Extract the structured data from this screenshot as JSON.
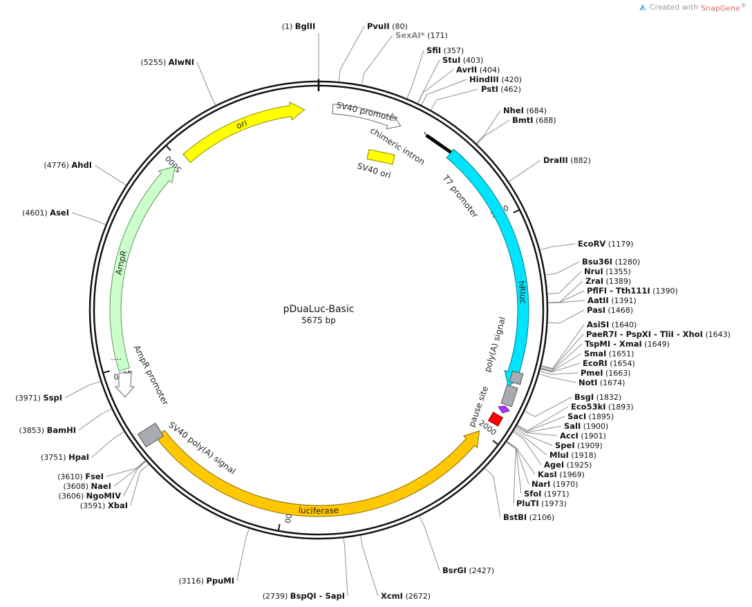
{
  "credit": {
    "prefix": "Created with",
    "brand": "SnapGene",
    "mark": "®"
  },
  "plasmid": {
    "name": "pDuaLuc-Basic",
    "length": 5675,
    "length_label": "5675 bp"
  },
  "ticks": [
    {
      "pos": 1000,
      "label": "1000"
    },
    {
      "pos": 2000,
      "label": "2000"
    },
    {
      "pos": 3000,
      "label": "3000"
    },
    {
      "pos": 4000,
      "label": "4000"
    },
    {
      "pos": 5000,
      "label": "5000"
    }
  ],
  "features": [
    {
      "name": "ori",
      "type": "arrow",
      "color": "#ffff00",
      "stroke": "#888800"
    },
    {
      "name": "SV40 promoter",
      "type": "open-arrow",
      "color": "#ffffff",
      "stroke": "#666666"
    },
    {
      "name": "SV40 ori",
      "type": "box",
      "color": "#ffff00",
      "stroke": "#888800"
    },
    {
      "name": "chimeric intron",
      "type": "intron",
      "color": "#000000",
      "stroke": "#000000"
    },
    {
      "name": "T7 promoter",
      "type": "open-arrow",
      "color": "#ffffff",
      "stroke": "#666666"
    },
    {
      "name": "hRluc",
      "type": "arrow",
      "color": "#00e5ff",
      "stroke": "#007a88"
    },
    {
      "name": "poly(A) signal",
      "type": "box",
      "color": "#a8acb0",
      "stroke": "#555555"
    },
    {
      "name": "pause site",
      "type": "box",
      "color": "#a8acb0",
      "stroke": "#555555"
    },
    {
      "name": "",
      "type": "small-arrow",
      "color": "#aa33ff",
      "stroke": "#6a1a9a"
    },
    {
      "name": "",
      "type": "box",
      "color": "#ff0000",
      "stroke": "#880000"
    },
    {
      "name": "luciferase",
      "type": "arrow",
      "color": "#ffc800",
      "stroke": "#8a6a00"
    },
    {
      "name": "SV40 poly(A) signal",
      "type": "box",
      "color": "#a8acb0",
      "stroke": "#555555"
    },
    {
      "name": "AmpR promoter",
      "type": "open-arrow",
      "color": "#ffffff",
      "stroke": "#666666"
    },
    {
      "name": "AmpR",
      "type": "arrow",
      "color": "#ccffcc",
      "stroke": "#559955"
    }
  ],
  "sites": [
    {
      "name": "BglII",
      "pos": "1",
      "pos_num": 1
    },
    {
      "name": "PvuII",
      "pos": "80",
      "pos_num": 80
    },
    {
      "name": "SexAI*",
      "pos": "171",
      "pos_num": 171,
      "muted": true
    },
    {
      "name": "SfiI",
      "pos": "357",
      "pos_num": 357
    },
    {
      "name": "StuI",
      "pos": "403",
      "pos_num": 403
    },
    {
      "name": "AvrII",
      "pos": "404",
      "pos_num": 404
    },
    {
      "name": "HindIII",
      "pos": "420",
      "pos_num": 420
    },
    {
      "name": "PstI",
      "pos": "462",
      "pos_num": 462
    },
    {
      "name": "NheI",
      "pos": "684",
      "pos_num": 684
    },
    {
      "name": "BmtI",
      "pos": "688",
      "pos_num": 688
    },
    {
      "name": "DraIII",
      "pos": "882",
      "pos_num": 882
    },
    {
      "name": "EcoRV",
      "pos": "1179",
      "pos_num": 1179
    },
    {
      "name": "Bsu36I",
      "pos": "1280",
      "pos_num": 1280
    },
    {
      "name": "NruI",
      "pos": "1355",
      "pos_num": 1355
    },
    {
      "name": "ZraI",
      "pos": "1389",
      "pos_num": 1389
    },
    {
      "name": "PflFI - Tth111I",
      "pos": "1390",
      "pos_num": 1390
    },
    {
      "name": "AatII",
      "pos": "1391",
      "pos_num": 1391
    },
    {
      "name": "PasI",
      "pos": "1468",
      "pos_num": 1468
    },
    {
      "name": "AsiSI",
      "pos": "1640",
      "pos_num": 1640
    },
    {
      "name": "PaeR7I - PspXI - TliI - XhoI",
      "pos": "1643",
      "pos_num": 1643
    },
    {
      "name": "TspMI - XmaI",
      "pos": "1649",
      "pos_num": 1649
    },
    {
      "name": "SmaI",
      "pos": "1651",
      "pos_num": 1651
    },
    {
      "name": "EcoRI",
      "pos": "1654",
      "pos_num": 1654
    },
    {
      "name": "PmeI",
      "pos": "1663",
      "pos_num": 1663
    },
    {
      "name": "NotI",
      "pos": "1674",
      "pos_num": 1674
    },
    {
      "name": "BsgI",
      "pos": "1832",
      "pos_num": 1832
    },
    {
      "name": "Eco53kI",
      "pos": "1893",
      "pos_num": 1893
    },
    {
      "name": "SacI",
      "pos": "1895",
      "pos_num": 1895
    },
    {
      "name": "SalI",
      "pos": "1900",
      "pos_num": 1900
    },
    {
      "name": "AccI",
      "pos": "1901",
      "pos_num": 1901
    },
    {
      "name": "SpeI",
      "pos": "1909",
      "pos_num": 1909
    },
    {
      "name": "MluI",
      "pos": "1918",
      "pos_num": 1918
    },
    {
      "name": "AgeI",
      "pos": "1925",
      "pos_num": 1925
    },
    {
      "name": "KasI",
      "pos": "1969",
      "pos_num": 1969
    },
    {
      "name": "NarI",
      "pos": "1970",
      "pos_num": 1970
    },
    {
      "name": "SfoI",
      "pos": "1971",
      "pos_num": 1971
    },
    {
      "name": "PluTI",
      "pos": "1973",
      "pos_num": 1973
    },
    {
      "name": "BstBI",
      "pos": "2106",
      "pos_num": 2106
    },
    {
      "name": "BsrGI",
      "pos": "2427",
      "pos_num": 2427
    },
    {
      "name": "XcmI",
      "pos": "2672",
      "pos_num": 2672
    },
    {
      "name": "BspQI - SapI",
      "pos": "2739",
      "pos_num": 2739
    },
    {
      "name": "PpuMI",
      "pos": "3116",
      "pos_num": 3116
    },
    {
      "name": "XbaI",
      "pos": "3591",
      "pos_num": 3591
    },
    {
      "name": "NgoMIV",
      "pos": "3606",
      "pos_num": 3606
    },
    {
      "name": "NaeI",
      "pos": "3608",
      "pos_num": 3608
    },
    {
      "name": "FseI",
      "pos": "3610",
      "pos_num": 3610
    },
    {
      "name": "HpaI",
      "pos": "3751",
      "pos_num": 3751
    },
    {
      "name": "BamHI",
      "pos": "3853",
      "pos_num": 3853
    },
    {
      "name": "SspI",
      "pos": "3971",
      "pos_num": 3971
    },
    {
      "name": "AseI",
      "pos": "4601",
      "pos_num": 4601
    },
    {
      "name": "AhdI",
      "pos": "4776",
      "pos_num": 4776
    },
    {
      "name": "AlwNI",
      "pos": "5255",
      "pos_num": 5255
    }
  ]
}
